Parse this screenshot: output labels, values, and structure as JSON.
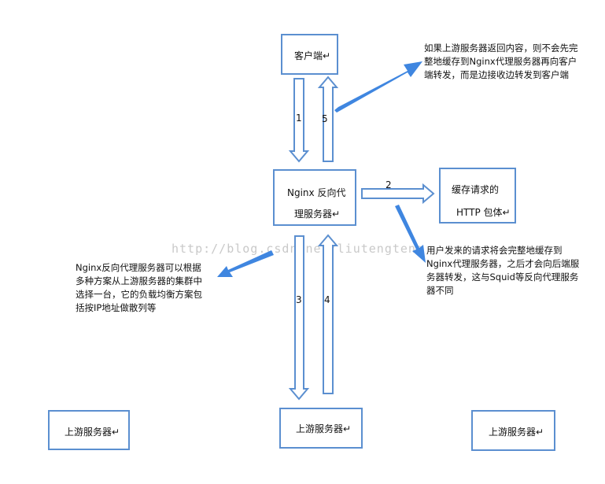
{
  "colors": {
    "box_border": "#5b8fd0",
    "hollow_arrow": "#5b8fd0",
    "callout": "#3f86e0"
  },
  "nodes": {
    "client": "客户端↵",
    "nginx_line1": "Nginx 反向代",
    "nginx_line2": "理服务器↵",
    "cache_line1": "缓存请求的",
    "cache_line2": "HTTP 包体↵",
    "upstream_left": "上游服务器↵",
    "upstream_center": "上游服务器↵",
    "upstream_right": "上游服务器↵"
  },
  "steps": [
    "1",
    "5",
    "2",
    "3",
    "4"
  ],
  "notes": {
    "top_right": "如果上游服务器返回内容，则不会先完\n整地缓存到Nginx代理服务器再向客户\n端转发，而是边接收边转发到客户端",
    "middle_right": "用户发来的请求将会完整地缓存到\nNginx代理服务器，之后才会向后端服\n务器转发，这与Squid等反向代理服务\n器不同",
    "left": "Nginx反向代理服务器可以根据\n多种方案从上游服务器的集群中\n选择一台，它的负载均衡方案包\n括按IP地址做散列等"
  },
  "watermark": "http://blog.csdn.net/liutengteng"
}
